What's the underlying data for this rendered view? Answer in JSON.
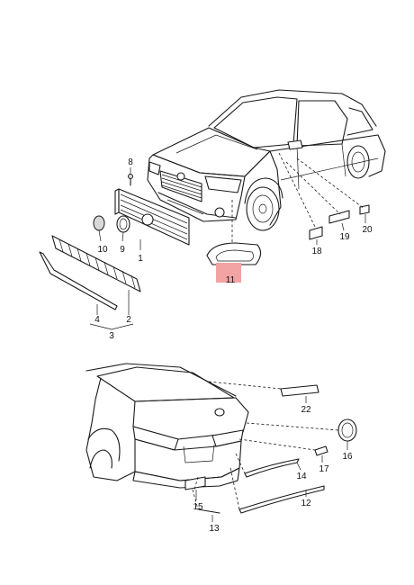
{
  "highlight_color": "#f2a3a3",
  "callouts": [
    {
      "id": "8",
      "label": "8"
    },
    {
      "id": "1",
      "label": "1"
    },
    {
      "id": "10",
      "label": "10"
    },
    {
      "id": "9",
      "label": "9"
    },
    {
      "id": "11",
      "label": "11"
    },
    {
      "id": "18",
      "label": "18"
    },
    {
      "id": "19",
      "label": "19"
    },
    {
      "id": "20",
      "label": "20"
    },
    {
      "id": "4",
      "label": "4"
    },
    {
      "id": "2",
      "label": "2"
    },
    {
      "id": "3",
      "label": "3"
    },
    {
      "id": "22",
      "label": "22"
    },
    {
      "id": "16",
      "label": "16"
    },
    {
      "id": "17",
      "label": "17"
    },
    {
      "id": "14",
      "label": "14"
    },
    {
      "id": "12",
      "label": "12"
    },
    {
      "id": "15",
      "label": "15"
    },
    {
      "id": "13",
      "label": "13"
    }
  ]
}
